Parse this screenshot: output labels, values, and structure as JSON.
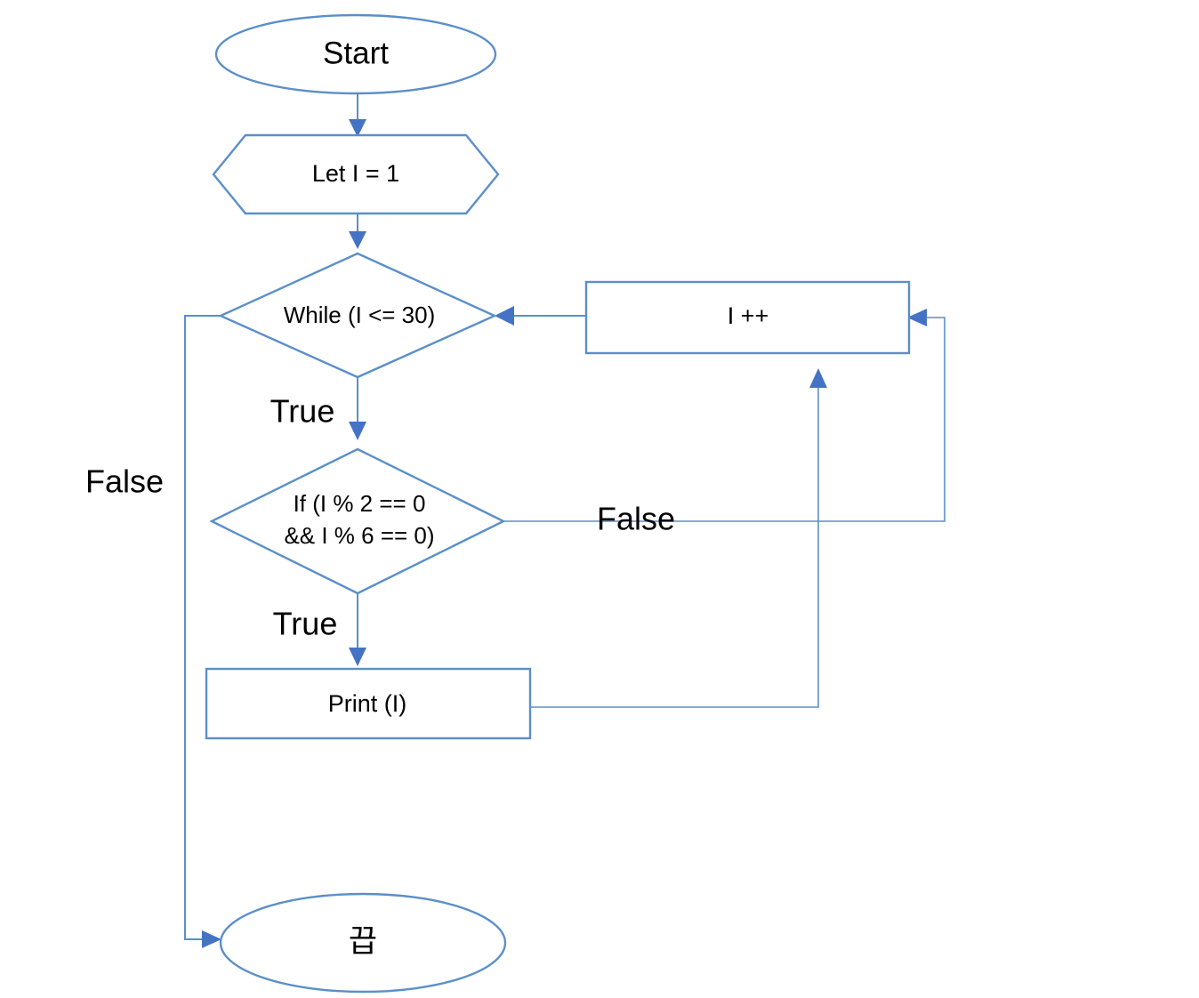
{
  "diagram": {
    "type": "flowchart",
    "title": "",
    "background_color": "#ffffff",
    "stroke_color": "#5B8FC9",
    "arrow_color": "#4472C4",
    "text_color": "#000000",
    "nodes": [
      {
        "id": "start",
        "shape": "ellipse",
        "label": "Start"
      },
      {
        "id": "init",
        "shape": "hexagon",
        "label": "Let I = 1"
      },
      {
        "id": "while",
        "shape": "diamond",
        "label": "While (I <= 30)"
      },
      {
        "id": "if",
        "shape": "diamond",
        "label_line1": " If (I % 2 == 0",
        "label_line2": "&& I % 6 == 0)"
      },
      {
        "id": "print",
        "shape": "rectangle",
        "label": "Print (I)"
      },
      {
        "id": "incr",
        "shape": "rectangle",
        "label": "I ++"
      },
      {
        "id": "end",
        "shape": "ellipse",
        "label": "끕"
      }
    ],
    "edges": [
      {
        "from": "start",
        "to": "init",
        "label": ""
      },
      {
        "from": "init",
        "to": "while",
        "label": ""
      },
      {
        "from": "while",
        "to": "if",
        "label": "True"
      },
      {
        "from": "while",
        "to": "end",
        "label": "False"
      },
      {
        "from": "if",
        "to": "print",
        "label": "True"
      },
      {
        "from": "if",
        "to": "incr",
        "label": "False"
      },
      {
        "from": "print",
        "to": "incr",
        "label": ""
      },
      {
        "from": "incr",
        "to": "while",
        "label": ""
      }
    ],
    "edge_labels": {
      "while_true": "True",
      "while_false": "False",
      "if_true": "True",
      "if_false": "False"
    }
  }
}
